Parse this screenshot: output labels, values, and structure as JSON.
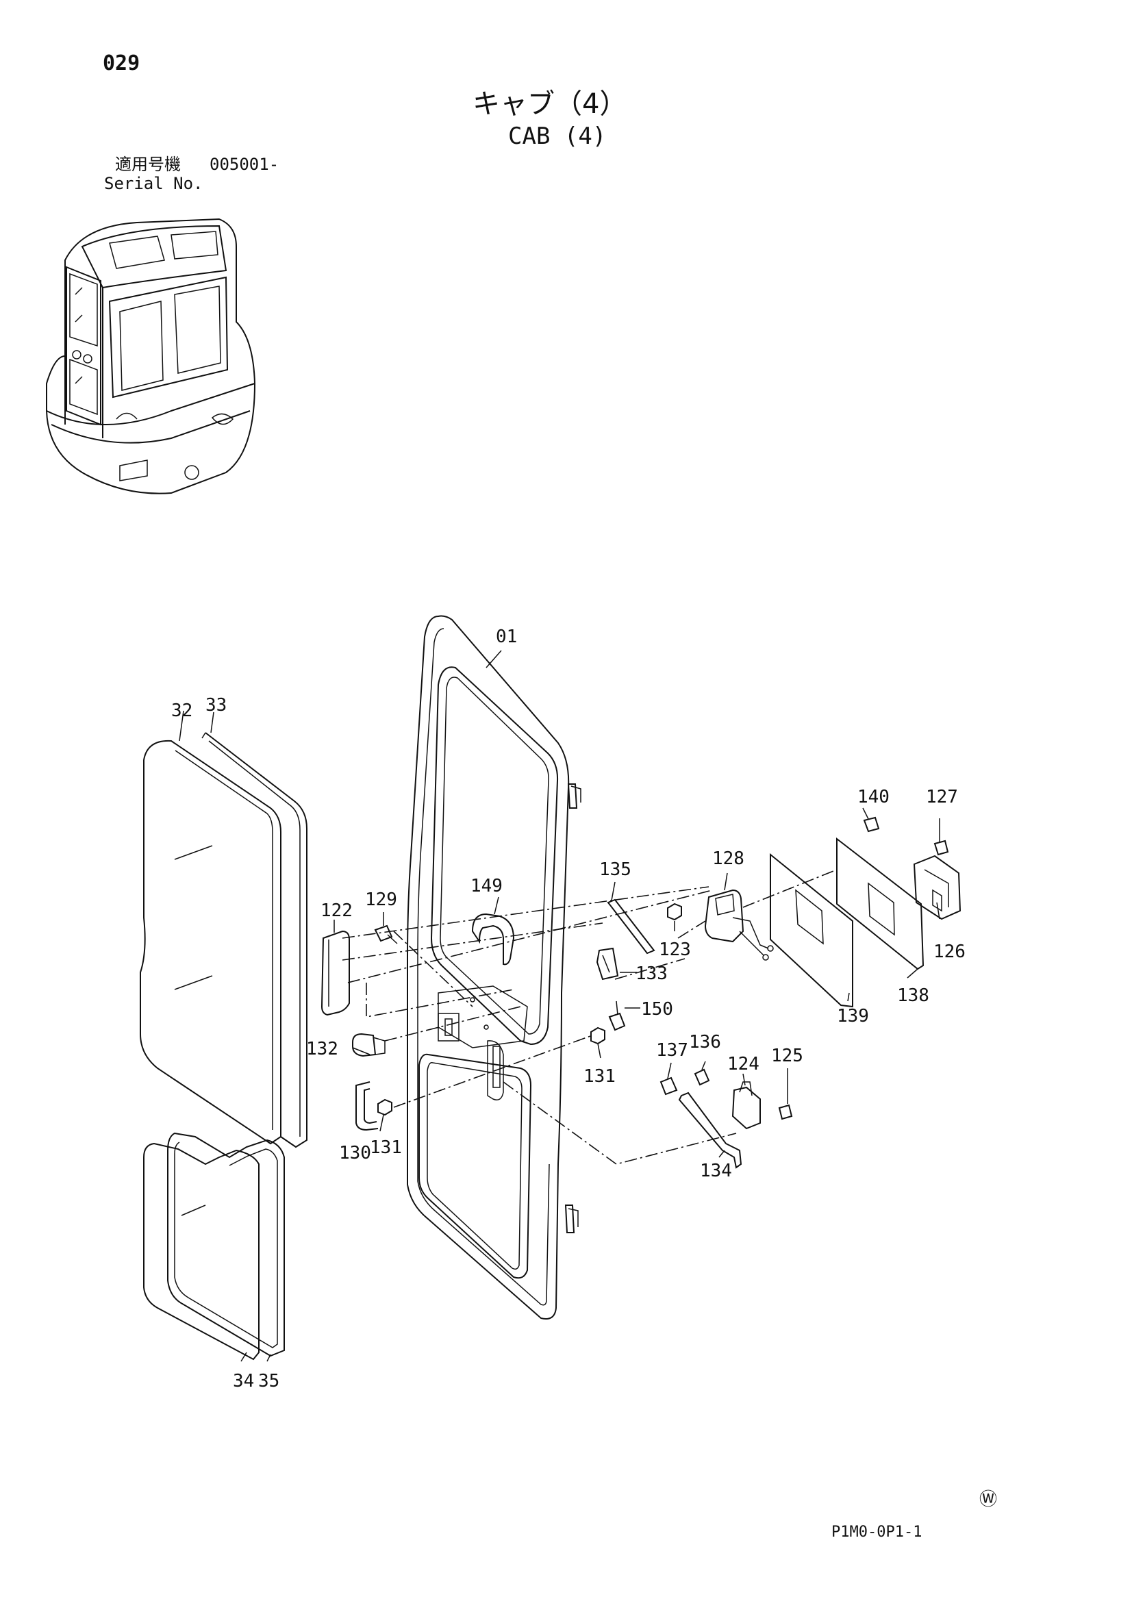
{
  "header": {
    "page_number": "029",
    "title_jp": "キャブ（4）",
    "title_en": "CAB (4)",
    "serial_label_jp": "適用号機",
    "serial_value": "005001-",
    "serial_label_en": "Serial No."
  },
  "callouts": [
    {
      "id": "c01",
      "text": "01"
    },
    {
      "id": "c32",
      "text": "32"
    },
    {
      "id": "c33",
      "text": "33"
    },
    {
      "id": "c34",
      "text": "34"
    },
    {
      "id": "c35",
      "text": "35"
    },
    {
      "id": "c122",
      "text": "122"
    },
    {
      "id": "c123",
      "text": "123"
    },
    {
      "id": "c124",
      "text": "124"
    },
    {
      "id": "c125",
      "text": "125"
    },
    {
      "id": "c126",
      "text": "126"
    },
    {
      "id": "c127",
      "text": "127"
    },
    {
      "id": "c128",
      "text": "128"
    },
    {
      "id": "c129",
      "text": "129"
    },
    {
      "id": "c130",
      "text": "130"
    },
    {
      "id": "c131a",
      "text": "131"
    },
    {
      "id": "c131b",
      "text": "131"
    },
    {
      "id": "c132",
      "text": "132"
    },
    {
      "id": "c133",
      "text": "133"
    },
    {
      "id": "c134",
      "text": "134"
    },
    {
      "id": "c135",
      "text": "135"
    },
    {
      "id": "c136",
      "text": "136"
    },
    {
      "id": "c137",
      "text": "137"
    },
    {
      "id": "c138",
      "text": "138"
    },
    {
      "id": "c139",
      "text": "139"
    },
    {
      "id": "c140",
      "text": "140"
    },
    {
      "id": "c149",
      "text": "149"
    },
    {
      "id": "c150",
      "text": "150"
    }
  ],
  "footer": {
    "mark": "Ⓦ",
    "drawing_code": "P1M0-0P1-1"
  }
}
